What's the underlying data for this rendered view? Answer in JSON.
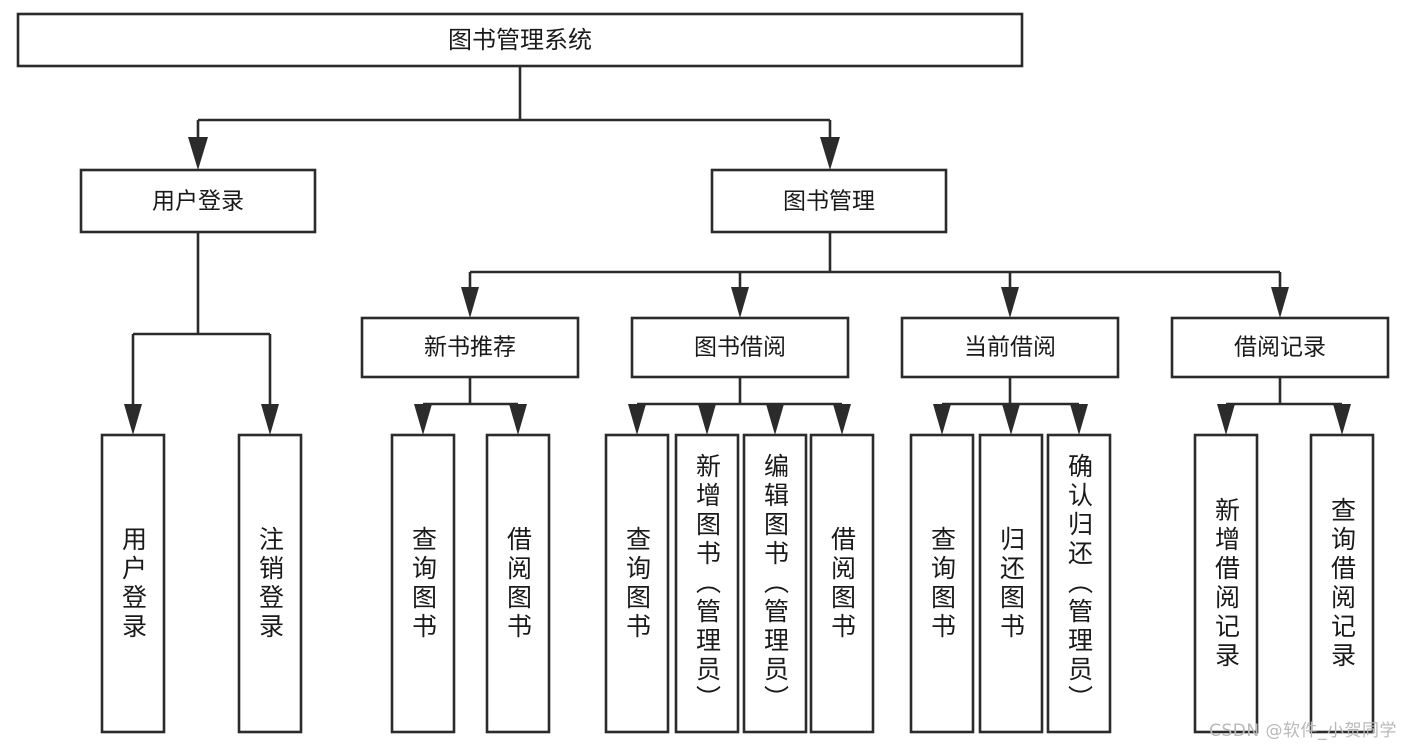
{
  "diagram": {
    "type": "tree-hierarchy",
    "title": "图书管理系统",
    "watermark": "CSDN @软件_小贺同学",
    "colors": {
      "stroke": "#2b2b2b",
      "fill": "#ffffff",
      "text": "#1a1a1a",
      "watermark": "#b9b9b9"
    },
    "root": {
      "label": "图书管理系统",
      "level": 1
    },
    "level2": [
      {
        "label": "用户登录"
      },
      {
        "label": "图书管理"
      }
    ],
    "level3": [
      {
        "label": "新书推荐"
      },
      {
        "label": "图书借阅"
      },
      {
        "label": "当前借阅"
      },
      {
        "label": "借阅记录"
      }
    ],
    "leaves": {
      "user_login": [
        {
          "label": "用户登录"
        },
        {
          "label": "注销登录"
        }
      ],
      "new_book_recommend": [
        {
          "label": "查询图书"
        },
        {
          "label": "借阅图书"
        }
      ],
      "book_borrow": [
        {
          "label": "查询图书"
        },
        {
          "label": "新增图书（管理员）"
        },
        {
          "label": "编辑图书（管理员）"
        },
        {
          "label": "借阅图书"
        }
      ],
      "current_borrow": [
        {
          "label": "查询图书"
        },
        {
          "label": "归还图书"
        },
        {
          "label": "确认归还（管理员）"
        }
      ],
      "borrow_record": [
        {
          "label": "新增借阅记录"
        },
        {
          "label": "查询借阅记录"
        }
      ]
    }
  }
}
